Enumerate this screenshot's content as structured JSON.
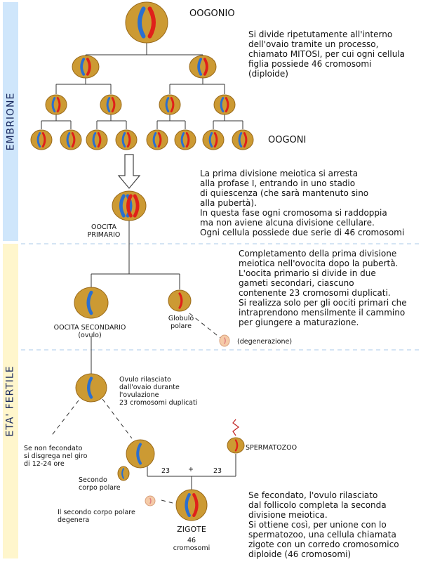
{
  "bands": {
    "embryo": {
      "label": "EMBRIONE",
      "color": "#cfe6fb"
    },
    "fertile": {
      "label": "ETA' FERTILE",
      "color": "#fff6cc"
    }
  },
  "colors": {
    "cell_fill": "#cc9a33",
    "cell_stroke": "#9a6a1a",
    "chrom_blue": "#2a6fd0",
    "chrom_red": "#e0201a",
    "line": "#333333",
    "dashed_separator": "#a8c8e8"
  },
  "labels": {
    "oogonio": "OOGONIO",
    "mitosi_text": "Si divide ripetutamente all'interno\ndell'ovaio tramite un processo,\nchiamato MITOSI, per cui ogni cellula\nfiglia possiede 46 cromosomi\n(diploide)",
    "oogoni": "OOGONI",
    "profase_text": "La prima divisione meiotica si arresta\nalla profase I, entrando in uno stadio\ndi quiescenza (che sarà mantenuto sino\nalla pubertà).\nIn questa fase ogni cromosoma si raddoppia\nma non aviene alcuna divisione cellulare.\nOgni cellula possiede due serie di 46 cromosomi",
    "oocita_primario": "OOCITA\nPRIMARIO",
    "pubertà_text": "Completamento della prima divisione\nmeiotica nell'ovocita dopo la pubertà.\nL'oocita primario si divide in due\ngameti secondari, ciascuno\ncontenente 23 cromosomi duplicati.\nSi realizza solo per gli oociti primari che\nintraprendono mensilmente il cammino\nper giungere a maturazione.",
    "oocita_secondario": "OOCITA SECONDARIO\n(ovulo)",
    "globulo_polare": "Globulo\npolare",
    "degenerazione": "(degenerazione)",
    "ovulo_rilasciato": "Ovulo rilasciato\ndall'ovaio durante\nl'ovulazione\n23  cromosomi duplicati",
    "non_fecondato": "Se non fecondato\nsi disgrega nel giro\ndi 12-24 ore",
    "secondo_corpo": "Secondo\ncorpo polare",
    "spermatozoo": "SPERMATOZOO",
    "n23_left": "23",
    "plus": "+",
    "n23_right": "23",
    "corpo_degenera": "Il secondo corpo polare\ndegenera",
    "zigote": "ZIGOTE",
    "zigote_46": "46\ncromosomi",
    "fecondato_text": "Se fecondato, l'ovulo rilasciato\ndal follicolo completa la seconda\ndivisione meiotica.\nSi ottiene così, per unione con lo\nspermatozoo, una cellula chiamata\nzigote con un corredo cromosomico\ndiploide (46 cromosomi)"
  }
}
